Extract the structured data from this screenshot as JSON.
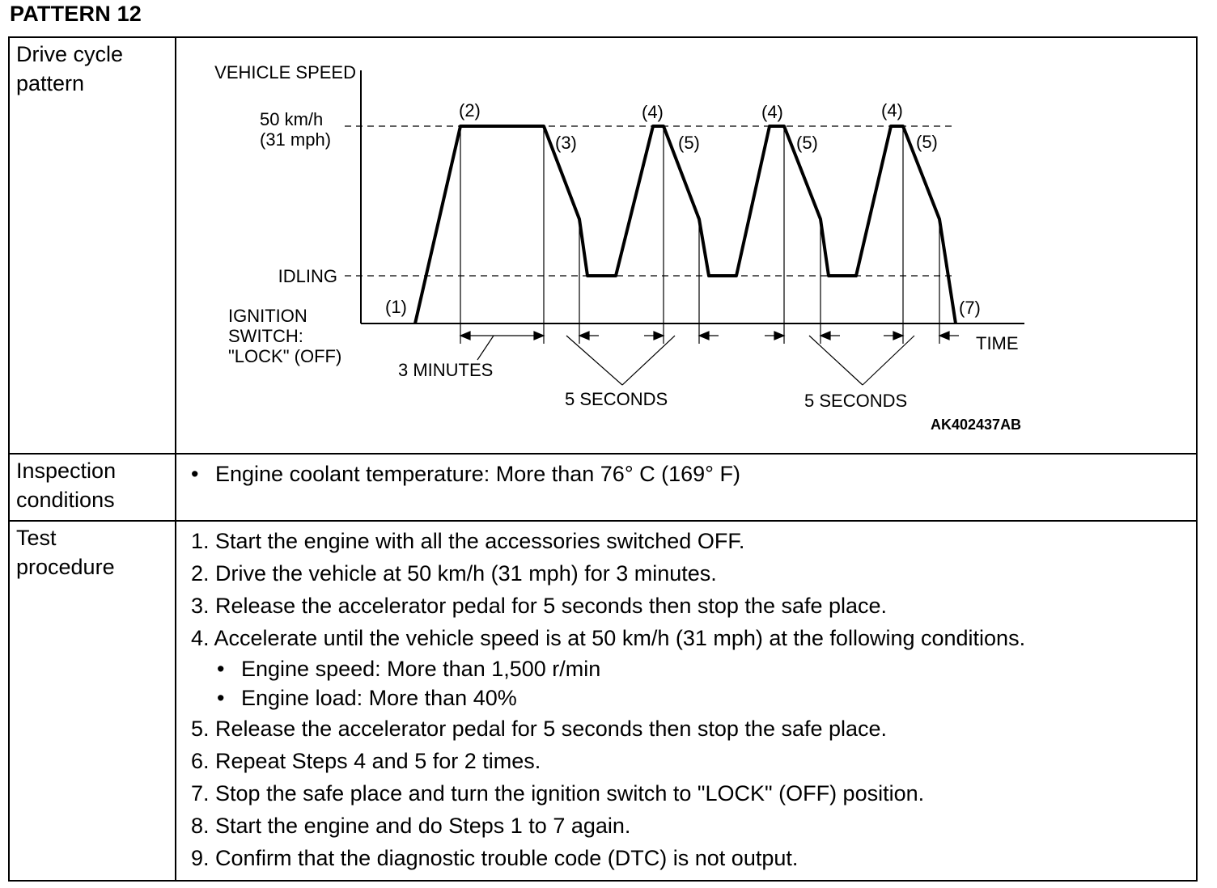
{
  "page_title": "PATTERN 12",
  "rows": {
    "drive_cycle_label": "Drive cycle\npattern",
    "inspection_label": "Inspection\nconditions",
    "test_label": "Test\nprocedure"
  },
  "diagram": {
    "y_axis_label": "VEHICLE SPEED",
    "speed_line1": "50 km/h",
    "speed_line2": "(31 mph)",
    "idling_label": "IDLING",
    "ignition_line1": "IGNITION",
    "ignition_line2": "SWITCH:",
    "ignition_line3": "\"LOCK\" (OFF)",
    "x_axis_label": "TIME",
    "point_labels": {
      "p1": "(1)",
      "p2": "(2)",
      "p3": "(3)",
      "p4a": "(4)",
      "p4b": "(4)",
      "p4c": "(4)",
      "p5a": "(5)",
      "p5b": "(5)",
      "p5c": "(5)",
      "p7": "(7)"
    },
    "duration_3min": "3 MINUTES",
    "duration_5sec_a": "5 SECONDS",
    "duration_5sec_b": "5 SECONDS",
    "figure_code": "AK402437AB"
  },
  "inspection_conditions": [
    "Engine coolant temperature: More than 76° C (169° F)"
  ],
  "test_procedure": [
    {
      "text": "1. Start the engine with all the accessories switched OFF."
    },
    {
      "text": "2. Drive the vehicle at 50 km/h (31 mph) for 3 minutes."
    },
    {
      "text": "3. Release the accelerator pedal for 5 seconds then stop the safe place."
    },
    {
      "text": "4. Accelerate until the vehicle speed is at 50 km/h (31 mph) at the following conditions.",
      "sub": [
        "Engine speed: More than 1,500 r/min",
        "Engine load: More than 40%"
      ]
    },
    {
      "text": "5. Release the accelerator pedal for 5 seconds then stop the safe place."
    },
    {
      "text": "6. Repeat Steps 4 and 5 for 2 times."
    },
    {
      "text": "7. Stop the safe place and turn the ignition switch to \"LOCK\" (OFF) position."
    },
    {
      "text": "8. Start the engine and do Steps 1 to 7 again."
    },
    {
      "text": "9. Confirm that the diagnostic trouble code (DTC) is not output."
    }
  ]
}
